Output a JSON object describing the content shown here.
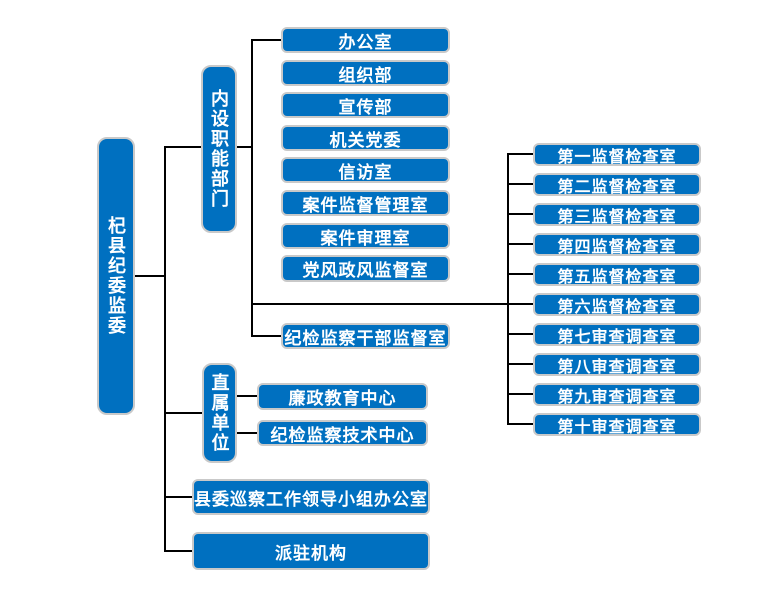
{
  "root": {
    "label": "杞县纪委监委"
  },
  "internal": {
    "label": "内设职能部门",
    "children": [
      "办公室",
      "组织部",
      "宣传部",
      "机关党委",
      "信访室",
      "案件监督管理室",
      "案件审理室",
      "党风政风监督室"
    ],
    "cadre_office": "纪检监察干部监督室"
  },
  "offices": [
    "第一监督检查室",
    "第二监督检查室",
    "第三监督检查室",
    "第四监督检查室",
    "第五监督检查室",
    "第六监督检查室",
    "第七审查调查室",
    "第八审查调查室",
    "第九审查调查室",
    "第十审查调查室"
  ],
  "direct": {
    "label": "直属单位",
    "children": [
      "廉政教育中心",
      "纪检监察技术中心"
    ]
  },
  "inspection_leading_group_office": "县委巡察工作领导小组办公室",
  "dispatched": "派驻机构",
  "colors": {
    "box_fill": "#0070C0",
    "box_border": "#C9C9C9",
    "text": "#FFFFFF",
    "line": "#000000",
    "background": "#FFFFFF"
  }
}
